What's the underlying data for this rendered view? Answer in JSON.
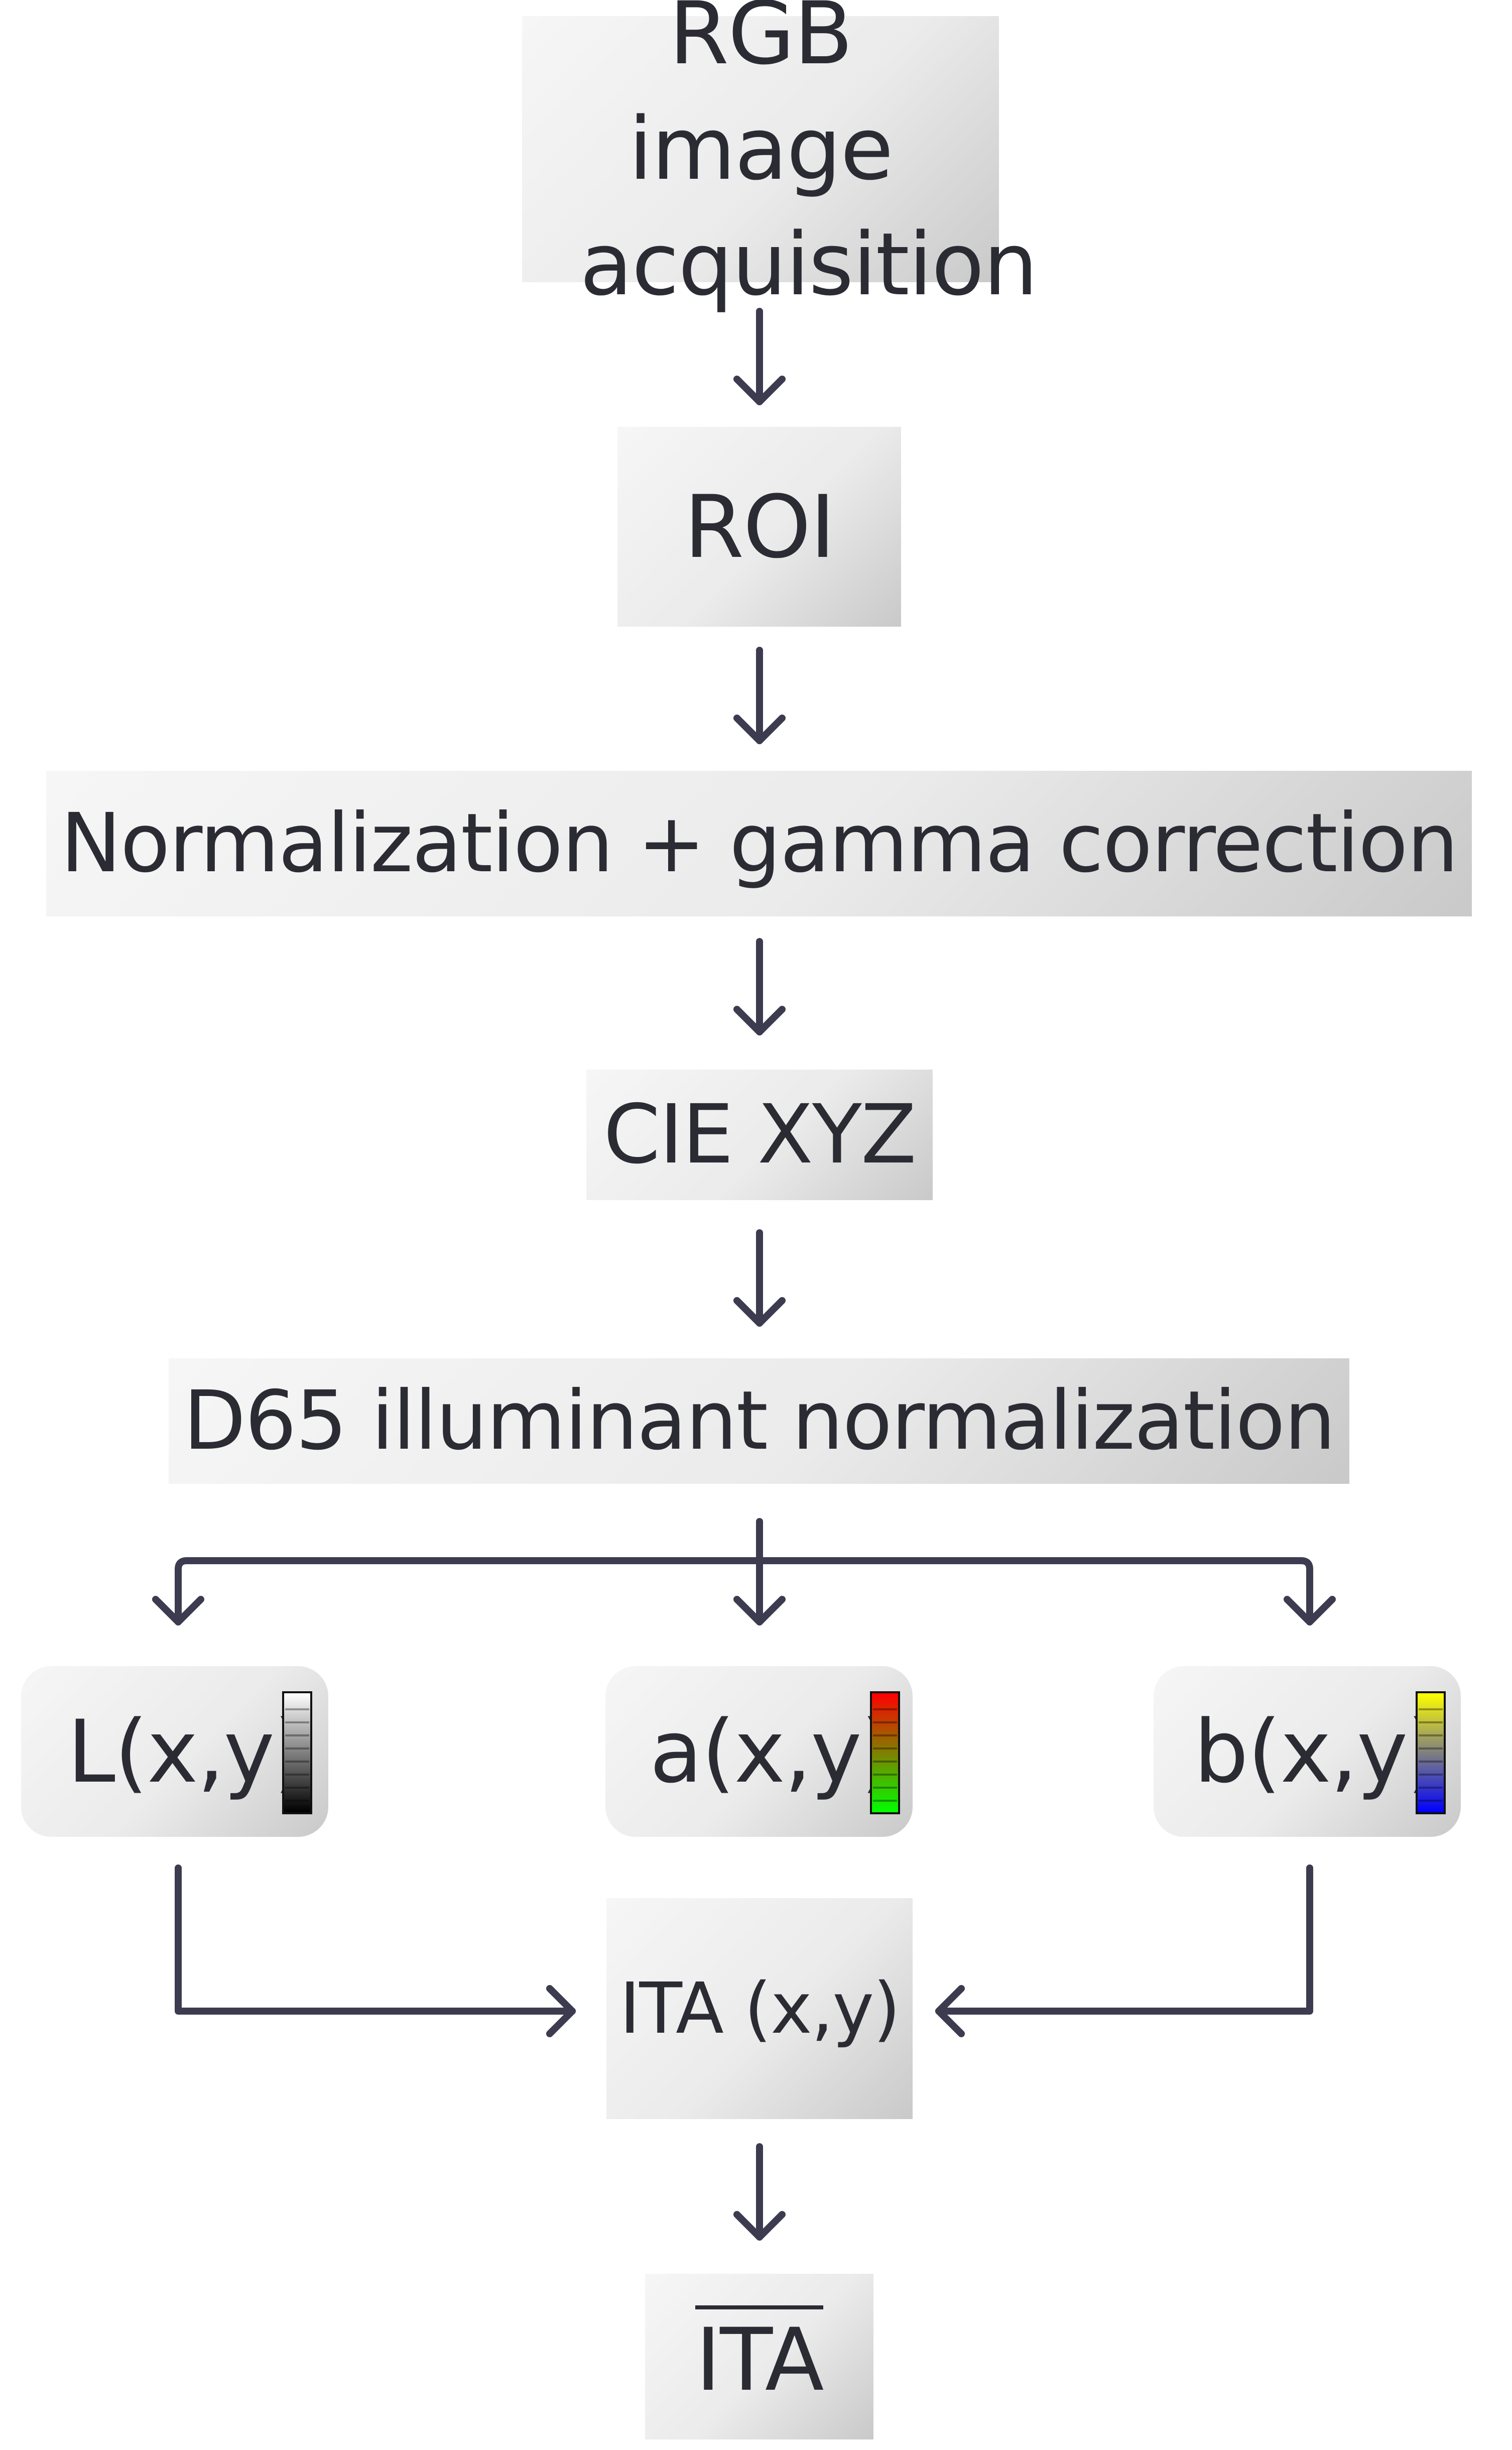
{
  "steps": {
    "rgb": "RGB image acquisition",
    "roi": "ROI",
    "norm": "Normalization + gamma correction",
    "xyz": "CIE XYZ",
    "d65": "D65 illuminant normalization",
    "l": "L(x,y)",
    "a": "a(x,y)",
    "b": "b(x,y)",
    "ita_xy": "ITA (x,y)",
    "ita_mean": "ITA"
  },
  "colors": {
    "arrow": "#3c3b4f",
    "box_light": "#f6f6f6",
    "box_dark": "#c9c9c9",
    "l_bar": [
      "#ffffff",
      "#000000"
    ],
    "a_bar": [
      "#ff0000",
      "#00ff00"
    ],
    "b_bar": [
      "#ffff00",
      "#0000ff"
    ]
  }
}
